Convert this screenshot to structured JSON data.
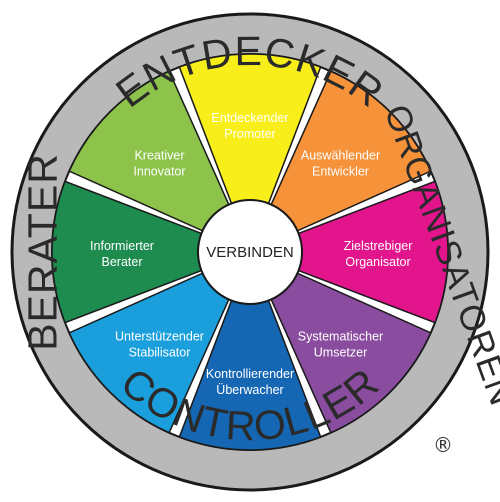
{
  "ring": {
    "top": "ENTDECKER",
    "right": "ORGANISATOREN",
    "bottom": "CONTROLLER",
    "left": "BERATER"
  },
  "center": "VERBINDEN",
  "segments": [
    {
      "line1": "Entdeckender",
      "line2": "Promoter",
      "color": "#f7ee1a",
      "text_color": "#333333"
    },
    {
      "line1": "Auswählender",
      "line2": "Entwickler",
      "color": "#f6923a",
      "text_color": "#ffffff"
    },
    {
      "line1": "Zielstrebiger",
      "line2": "Organisator",
      "color": "#e2158d",
      "text_color": "#ffffff"
    },
    {
      "line1": "Systematischer",
      "line2": "Umsetzer",
      "color": "#8a4c9f",
      "text_color": "#ffffff"
    },
    {
      "line1": "Kontrollierender",
      "line2": "Überwacher",
      "color": "#1667b3",
      "text_color": "#ffffff"
    },
    {
      "line1": "Unterstützender",
      "line2": "Stabilisator",
      "color": "#1b9fdc",
      "text_color": "#ffffff"
    },
    {
      "line1": "Informierter",
      "line2": "Berater",
      "color": "#1e8b4f",
      "text_color": "#ffffff"
    },
    {
      "line1": "Kreativer",
      "line2": "Innovator",
      "color": "#8dc34b",
      "text_color": "#ffffff"
    }
  ],
  "colors": {
    "ring": "#b9b9b9",
    "outline": "#1a1a1a",
    "center_fill": "#ffffff"
  },
  "registered_mark": "®"
}
